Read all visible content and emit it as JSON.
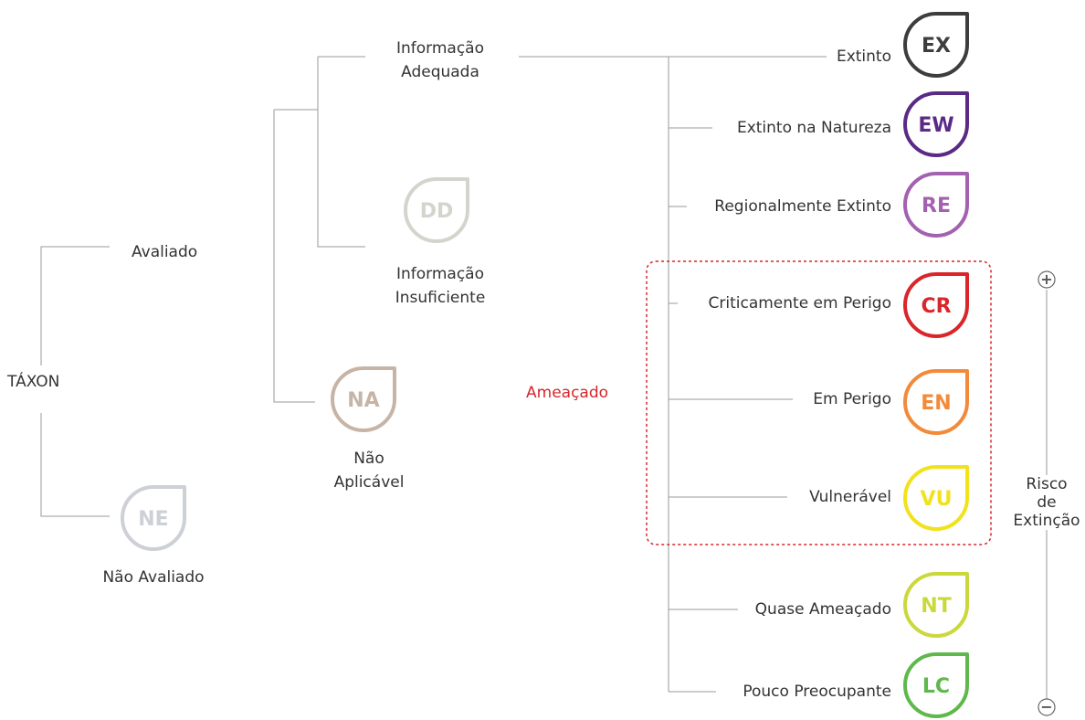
{
  "root": {
    "label": "TÁXON"
  },
  "avaliado": {
    "label": "Avaliado"
  },
  "nao_avaliado": {
    "label": "Não Avaliado",
    "code": "NE",
    "color": "#cdd0d6"
  },
  "info_adequada": {
    "line1": "Informação",
    "line2": "Adequada"
  },
  "info_insuficiente": {
    "line1": "Informação",
    "line2": "Insuficiente",
    "code": "DD",
    "color": "#d5d4cc"
  },
  "nao_aplicavel": {
    "line1": "Não",
    "line2": "Aplicável",
    "code": "NA",
    "color": "#c6b5a6"
  },
  "ameacado": {
    "label": "Ameaçado",
    "color": "#d6262b"
  },
  "categories": [
    {
      "label": "Extinto",
      "code": "EX",
      "color": "#3d3d3d"
    },
    {
      "label": "Extinto na Natureza",
      "code": "EW",
      "color": "#5a2a84"
    },
    {
      "label": "Regionalmente Extinto",
      "code": "RE",
      "color": "#a361b0"
    },
    {
      "label": "Criticamente em Perigo",
      "code": "CR",
      "color": "#d9262b"
    },
    {
      "label": "Em Perigo",
      "code": "EN",
      "color": "#f28a3a"
    },
    {
      "label": "Vulnerável",
      "code": "VU",
      "color": "#f1e21b"
    },
    {
      "label": "Quase Ameaçado",
      "code": "NT",
      "color": "#cbd83c"
    },
    {
      "label": "Pouco Preocupante",
      "code": "LC",
      "color": "#5fb84c"
    }
  ],
  "risk_scale": {
    "plus": "+",
    "minus": "−",
    "line1": "Risco",
    "line2": "de",
    "line3": "Extinção"
  }
}
